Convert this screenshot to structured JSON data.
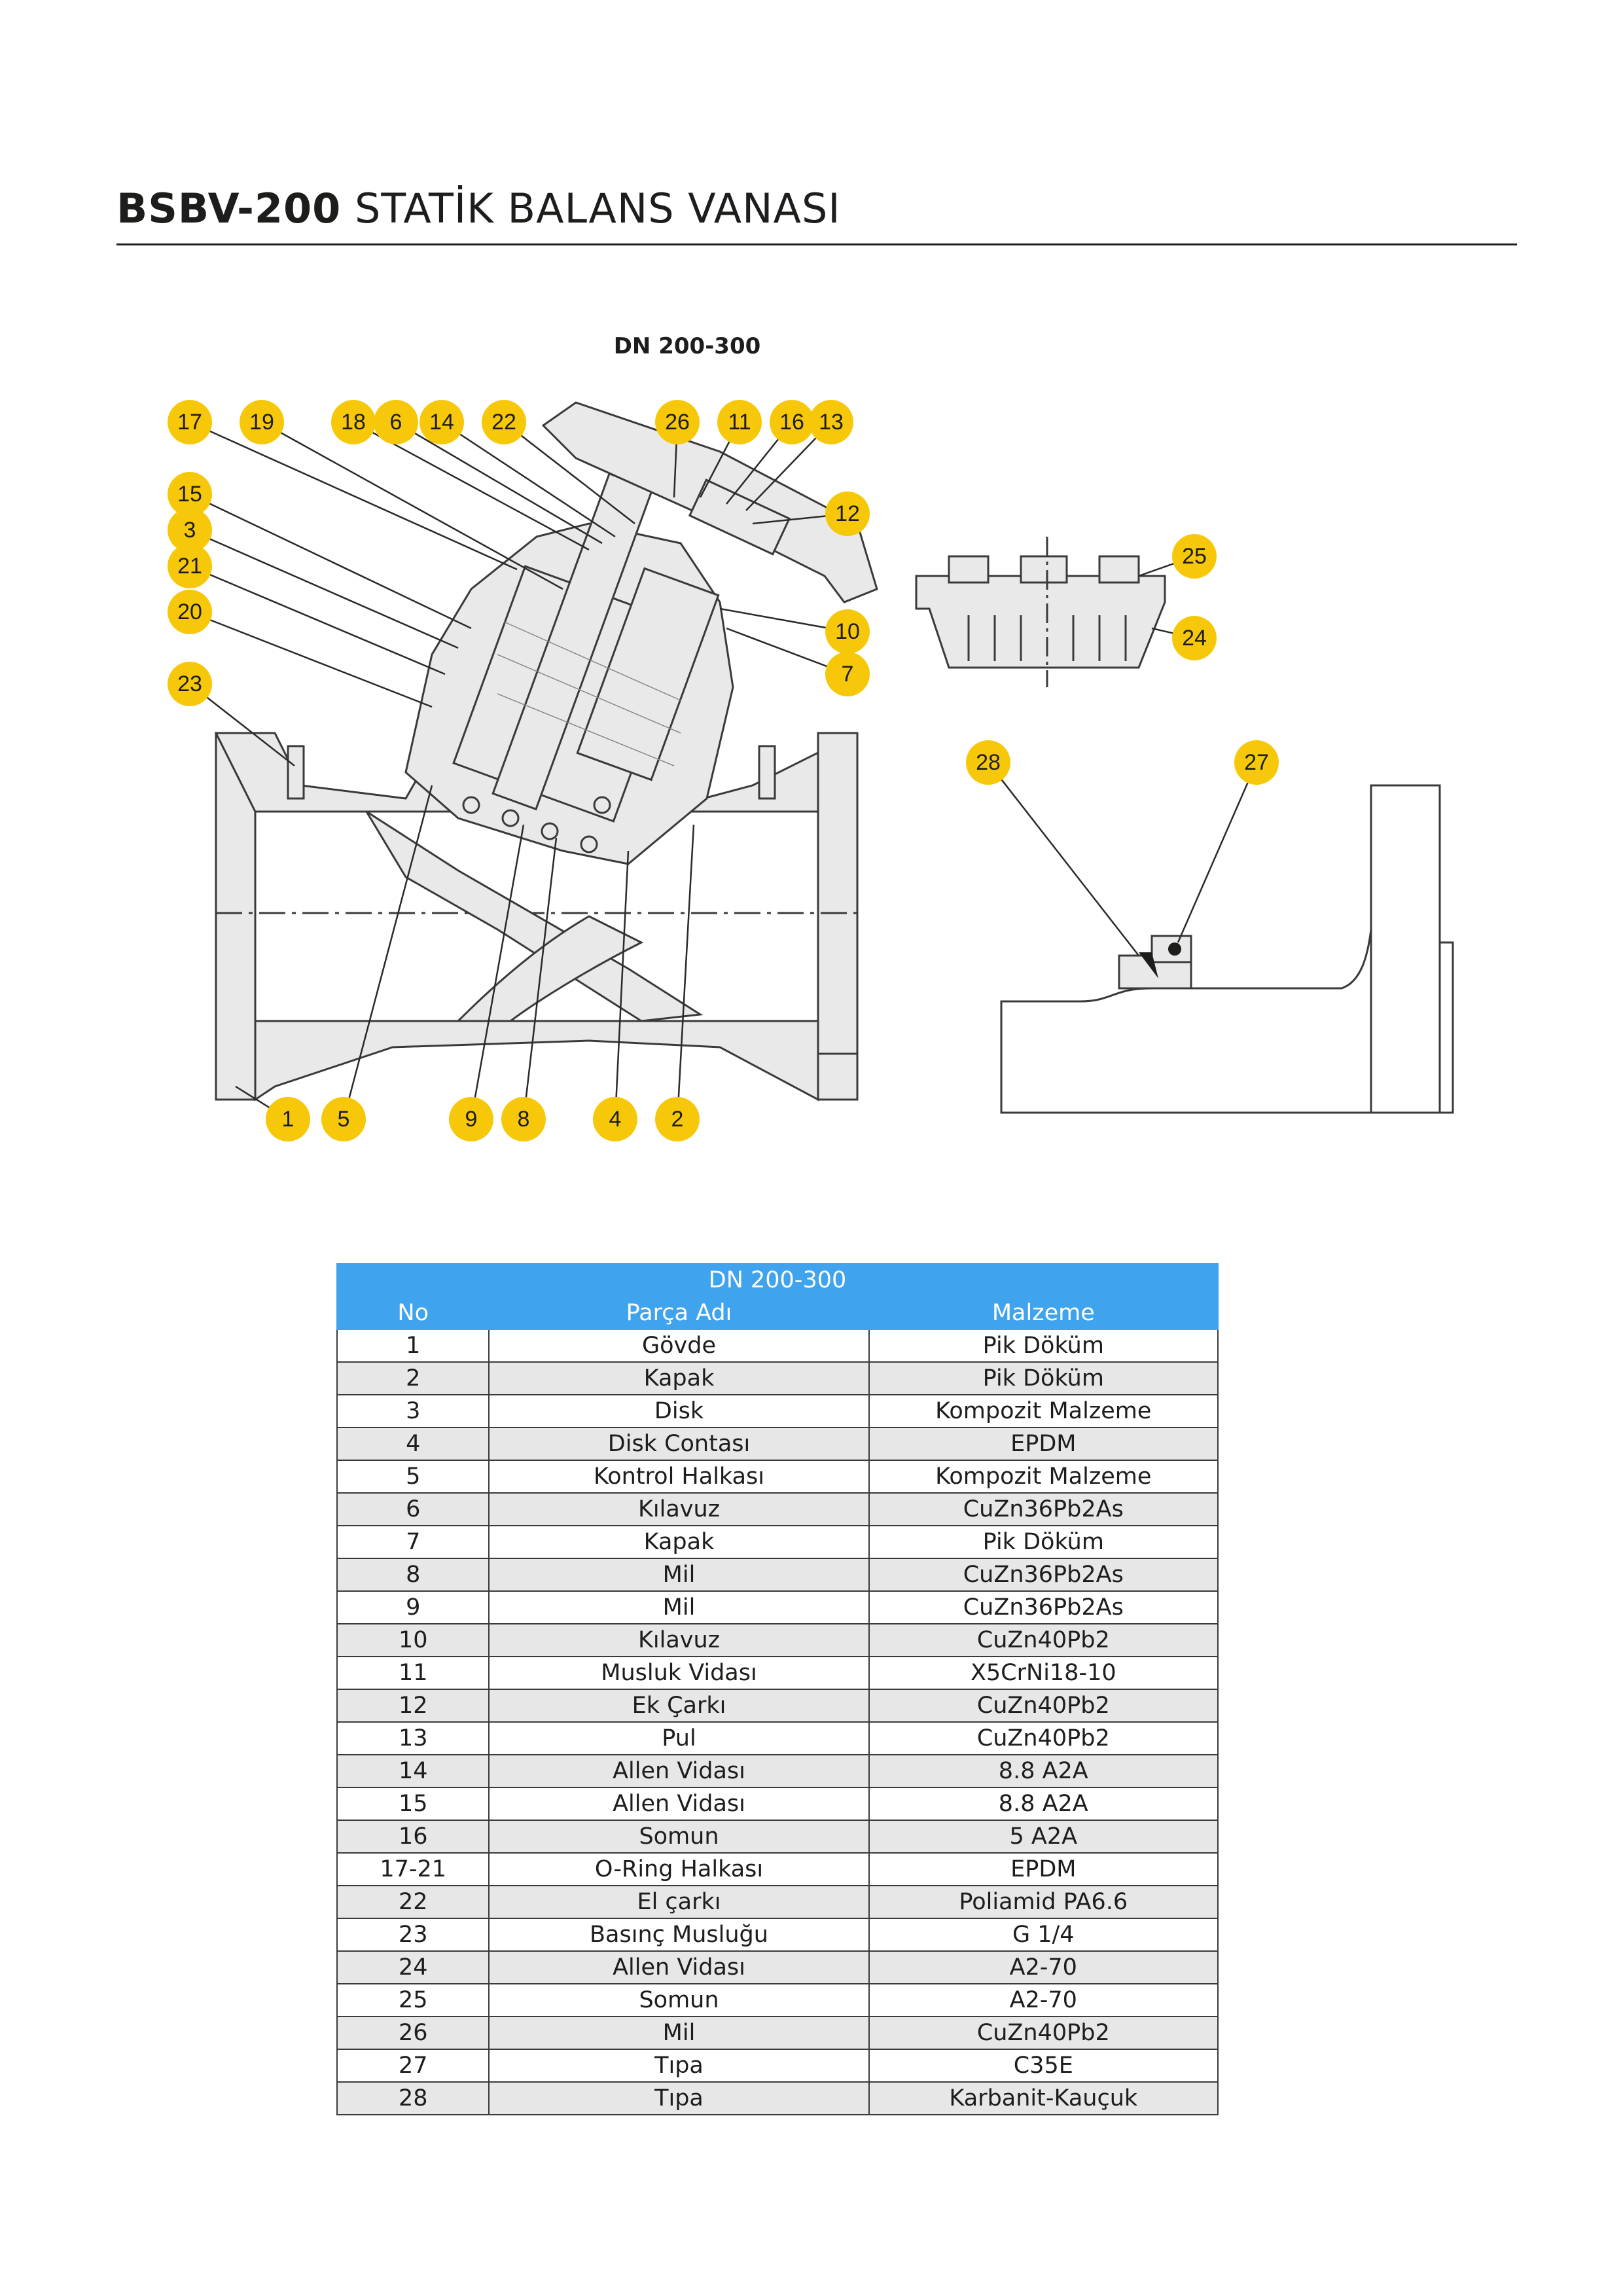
{
  "title": {
    "model": "BSBV-200",
    "name": "STATİK BALANS VANASI"
  },
  "diagram": {
    "heading": "DN 200-300",
    "callouts": [
      "17",
      "19",
      "18",
      "6",
      "14",
      "22",
      "26",
      "11",
      "16",
      "13",
      "12",
      "15",
      "3",
      "21",
      "20",
      "23",
      "10",
      "7",
      "1",
      "5",
      "9",
      "8",
      "4",
      "2",
      "25",
      "24",
      "28",
      "27"
    ]
  },
  "table": {
    "group_header": "DN 200-300",
    "headers": {
      "no": "No",
      "name": "Parça Adı",
      "material": "Malzeme"
    },
    "rows": [
      {
        "no": "1",
        "name": "Gövde",
        "material": "Pik Döküm"
      },
      {
        "no": "2",
        "name": "Kapak",
        "material": "Pik Döküm"
      },
      {
        "no": "3",
        "name": "Disk",
        "material": "Kompozit Malzeme"
      },
      {
        "no": "4",
        "name": "Disk Contası",
        "material": "EPDM"
      },
      {
        "no": "5",
        "name": "Kontrol Halkası",
        "material": "Kompozit Malzeme"
      },
      {
        "no": "6",
        "name": "Kılavuz",
        "material": "CuZn36Pb2As"
      },
      {
        "no": "7",
        "name": "Kapak",
        "material": "Pik Döküm"
      },
      {
        "no": "8",
        "name": "Mil",
        "material": "CuZn36Pb2As"
      },
      {
        "no": "9",
        "name": "Mil",
        "material": "CuZn36Pb2As"
      },
      {
        "no": "10",
        "name": "Kılavuz",
        "material": "CuZn40Pb2"
      },
      {
        "no": "11",
        "name": "Musluk Vidası",
        "material": "X5CrNi18-10"
      },
      {
        "no": "12",
        "name": "Ek Çarkı",
        "material": "CuZn40Pb2"
      },
      {
        "no": "13",
        "name": "Pul",
        "material": "CuZn40Pb2"
      },
      {
        "no": "14",
        "name": "Allen Vidası",
        "material": "8.8 A2A"
      },
      {
        "no": "15",
        "name": "Allen Vidası",
        "material": "8.8 A2A"
      },
      {
        "no": "16",
        "name": "Somun",
        "material": "5 A2A"
      },
      {
        "no": "17-21",
        "name": "O-Ring Halkası",
        "material": "EPDM"
      },
      {
        "no": "22",
        "name": "El çarkı",
        "material": "Poliamid PA6.6"
      },
      {
        "no": "23",
        "name": "Basınç Musluğu",
        "material": "G 1/4"
      },
      {
        "no": "24",
        "name": "Allen Vidası",
        "material": "A2-70"
      },
      {
        "no": "25",
        "name": "Somun",
        "material": "A2-70"
      },
      {
        "no": "26",
        "name": "Mil",
        "material": "CuZn40Pb2"
      },
      {
        "no": "27",
        "name": "Tıpa",
        "material": "C35E"
      },
      {
        "no": "28",
        "name": "Tıpa",
        "material": "Karbanit-Kauçuk"
      }
    ]
  }
}
